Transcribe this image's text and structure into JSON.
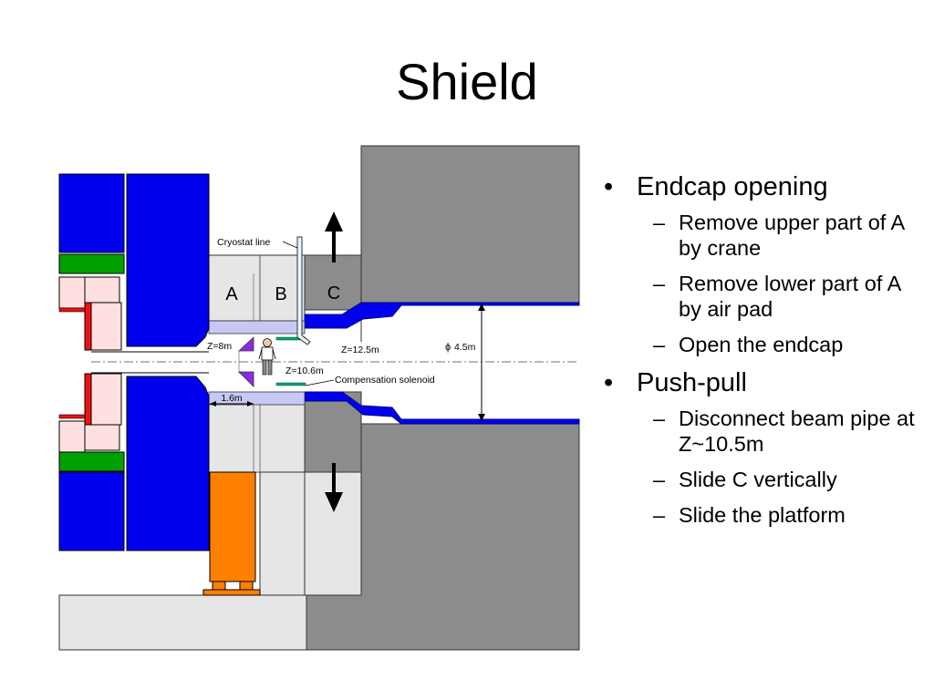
{
  "slide": {
    "title": "Shield"
  },
  "diagram": {
    "section_a": "A",
    "section_b": "B",
    "section_c": "C",
    "cryostat_line": "Cryostat line",
    "z_8": "Z=8m",
    "z_10_6": "Z=10.6m",
    "z_12_5": "Z=12.5m",
    "diameter_symbol": "ϕ",
    "diameter": "4.5m",
    "compensation_solenoid": "Compensation solenoid",
    "width_1_6": "1.6m",
    "colors": {
      "blue": "#0000ee",
      "dark_blue": "#000080",
      "green": "#00a000",
      "red": "#ee1111",
      "pink": "#ffe0e0",
      "gray_dark": "#8c8c8c",
      "gray_light": "#e6e6e6",
      "lavender": "#c8c8f5",
      "purple": "#8a2be2",
      "orange": "#ff7f00",
      "teal": "#00a070"
    }
  },
  "bullets": [
    {
      "text": "Endcap opening",
      "subs": [
        "Remove upper part of A by crane",
        "Remove lower part of A by air pad",
        "Open the endcap"
      ]
    },
    {
      "text": "Push-pull",
      "subs": [
        "Disconnect beam pipe at Z~10.5m",
        "Slide C vertically",
        "Slide the platform"
      ]
    }
  ]
}
